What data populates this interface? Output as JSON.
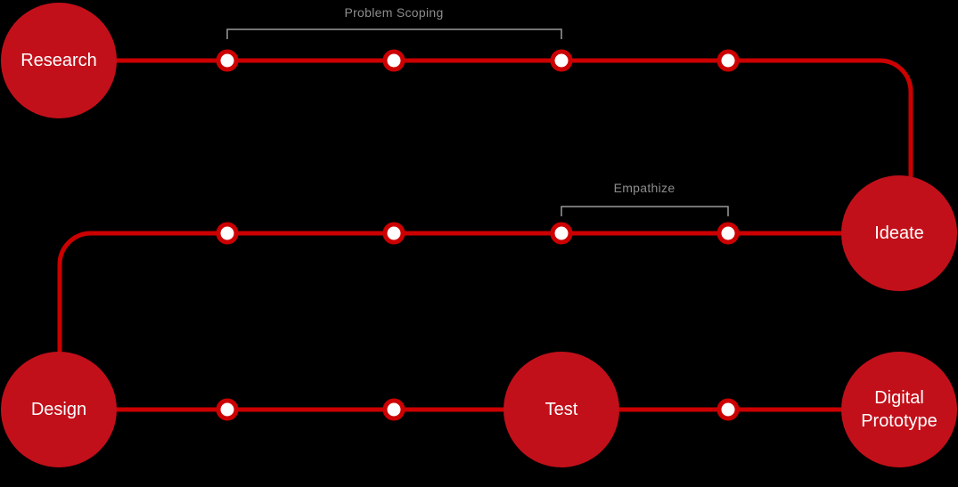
{
  "diagram": {
    "name": "design-process-flow",
    "nodes": [
      {
        "id": "research",
        "label": "Research"
      },
      {
        "id": "ideate",
        "label": "Ideate"
      },
      {
        "id": "design",
        "label": "Design"
      },
      {
        "id": "test",
        "label": "Test"
      },
      {
        "id": "digital-prototype",
        "label": "Digital Prototype"
      }
    ],
    "annotations": [
      {
        "id": "problem-scoping",
        "label": "Problem Scoping"
      },
      {
        "id": "empathize",
        "label": "Empathize"
      }
    ],
    "segments": [
      {
        "from": "Research",
        "to": "Ideate",
        "waypoints": 4
      },
      {
        "from": "Ideate",
        "to": "Design",
        "waypoints": 4
      },
      {
        "from": "Design",
        "to": "Test",
        "waypoints": 2
      },
      {
        "from": "Test",
        "to": "Digital Prototype",
        "waypoints": 1
      }
    ]
  },
  "colors": {
    "background": "#000000",
    "node_fill": "#C2101A",
    "node_text": "#FFFFFF",
    "line": "#CC0000",
    "waypoint_fill": "#FFFFFF",
    "bracket": "#9A9A9A",
    "annotation_text": "#8D8D8D"
  }
}
